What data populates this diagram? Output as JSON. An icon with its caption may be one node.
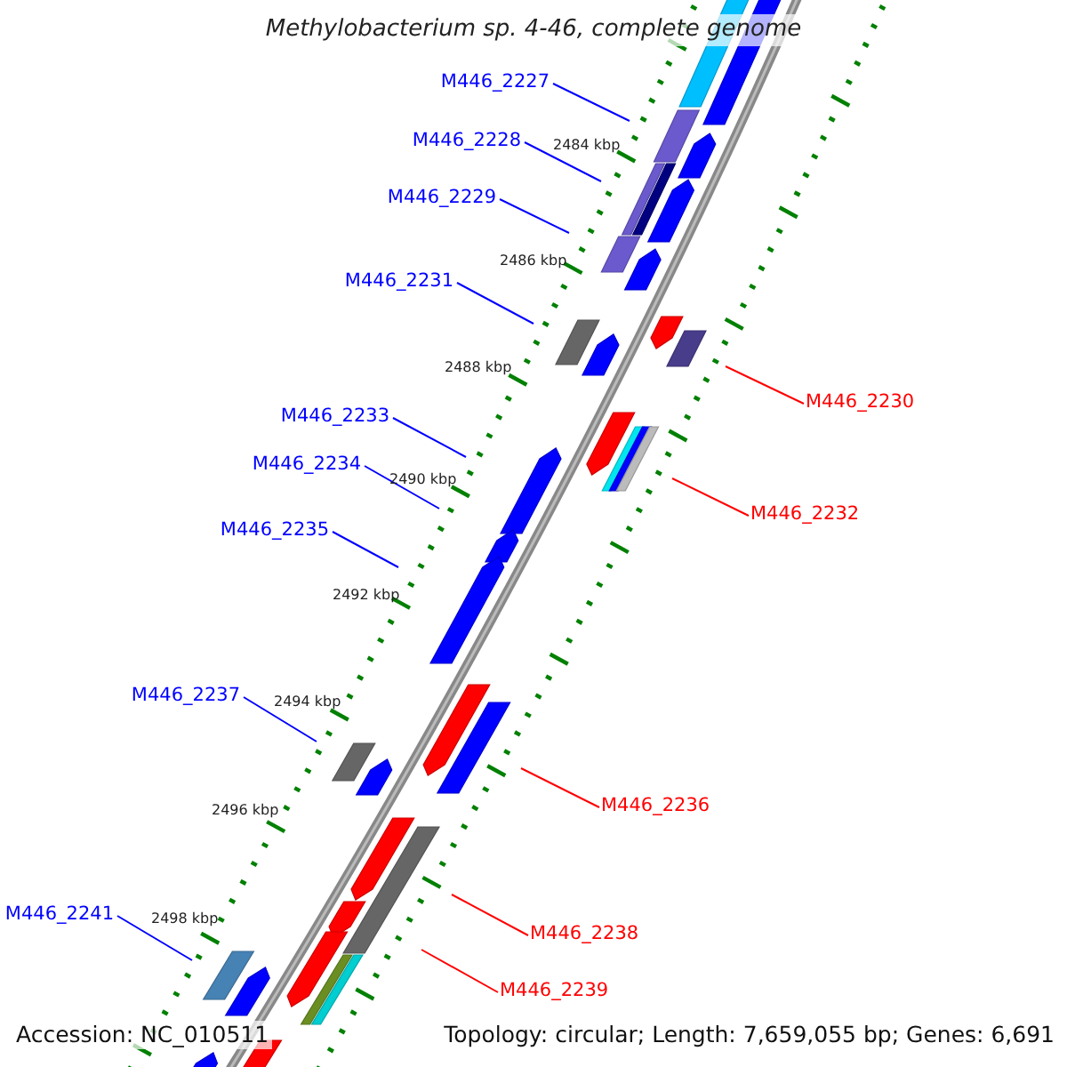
{
  "diagram": {
    "title": "Methylobacterium sp. 4-46, complete genome",
    "nodes": [
      {
        "text": [
          "M446_2227"
        ]
      },
      {
        "text": [
          "M446_2228"
        ]
      },
      {
        "text": [
          "M446_2229"
        ]
      },
      {
        "text": [
          "M446_2231"
        ]
      },
      {
        "text": [
          "M446_2230"
        ]
      },
      {
        "text": [
          "M446_2233"
        ]
      },
      {
        "text": [
          "M446_2234"
        ]
      },
      {
        "text": [
          "M446_2232"
        ]
      },
      {
        "text": [
          "M446_2235"
        ]
      },
      {
        "text": [
          "M446_2237"
        ]
      },
      {
        "text": [
          "M446_2236"
        ]
      },
      {
        "text": [
          "M446_2238"
        ]
      },
      {
        "text": [
          "M446_2241"
        ]
      },
      {
        "text": [
          "M446_2239"
        ]
      }
    ],
    "edges": [
      {
        "from": 0,
        "to": null,
        "arrow": "none"
      },
      {
        "from": 1,
        "to": null,
        "arrow": "none"
      },
      {
        "from": 2,
        "to": null,
        "arrow": "none"
      },
      {
        "from": 3,
        "to": null,
        "arrow": "none"
      },
      {
        "from": 4,
        "to": null,
        "arrow": "none",
        "color": "#ff0000"
      },
      {
        "from": 5,
        "to": null,
        "arrow": "none"
      },
      {
        "from": 6,
        "to": null,
        "arrow": "none"
      },
      {
        "from": 7,
        "to": null,
        "arrow": "none",
        "color": "#ff0000"
      },
      {
        "from": 8,
        "to": null,
        "arrow": "none"
      },
      {
        "from": 9,
        "to": null,
        "arrow": "none"
      },
      {
        "from": 10,
        "to": null,
        "arrow": "none",
        "color": "#ff0000"
      },
      {
        "from": 11,
        "to": null,
        "arrow": "none",
        "color": "#ff0000"
      },
      {
        "from": 12,
        "to": null,
        "arrow": "none"
      },
      {
        "from": 13,
        "to": null,
        "arrow": "none",
        "color": "#ff0000"
      }
    ],
    "labels": [
      "2484 kbp",
      "2486 kbp",
      "2488 kbp",
      "2490 kbp",
      "2492 kbp",
      "2494 kbp",
      "2496 kbp",
      "2498 kbp",
      "Accession: NC_010511",
      "Topology: circular; Length: 7,659,055 bp; Genes: 6,691"
    ]
  }
}
